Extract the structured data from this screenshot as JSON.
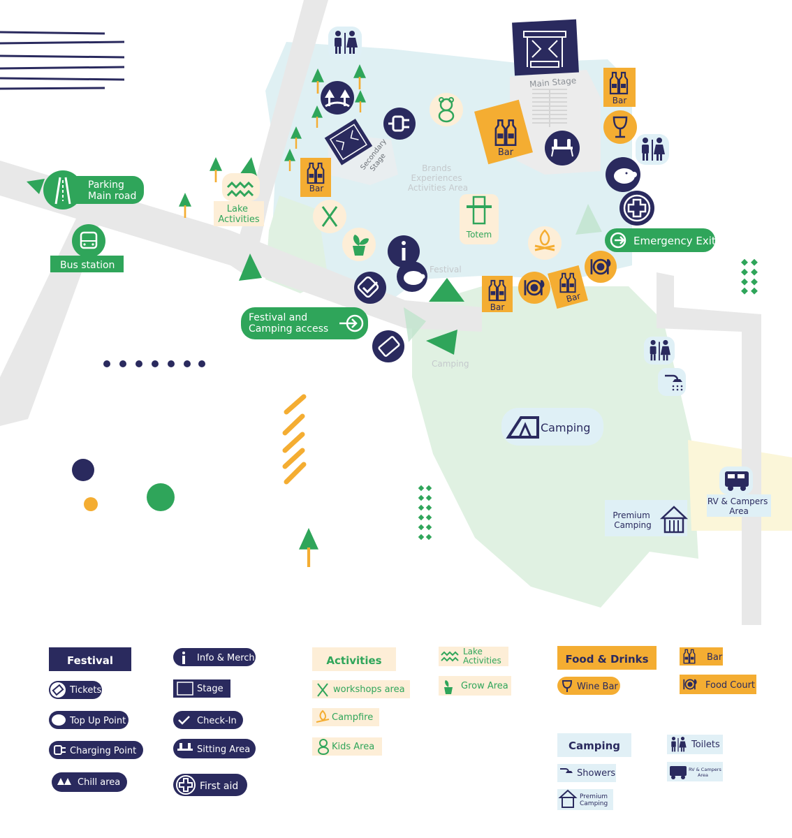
{
  "colors": {
    "navy": "#2a2a5e",
    "green": "#2fa55a",
    "orange": "#f4ad32",
    "lightblue": "#dff0f3",
    "lightgreen": "#e0f1e2",
    "lightyellow": "#fbf6d9",
    "road": "#e8e8e8",
    "cream": "#fdeed7",
    "legendblue": "#e1f0f6"
  },
  "map": {
    "parking": [
      "Parking",
      "Main road"
    ],
    "bus_station": "Bus station",
    "lake_activities": [
      "Lake",
      "Activities"
    ],
    "bar": "Bar",
    "secondary_stage": [
      "Secondary",
      "Stage"
    ],
    "brands_area": [
      "Brands",
      "Experiences",
      "Activities Area"
    ],
    "main_stage": "Main Stage",
    "totem": "Totem",
    "festival": "Festival",
    "camping_area": "Camping",
    "festival_access": [
      "Festival and",
      "Camping access"
    ],
    "emergency_exit": "Emergency Exit",
    "camping_badge": "Camping",
    "premium_camping": [
      "Premium",
      "Camping"
    ],
    "rv_area": [
      "RV & Campers",
      "Area"
    ]
  },
  "legend": {
    "festival": {
      "title": "Festival",
      "items": [
        {
          "icon": "ticket-icon",
          "label": "Tickets"
        },
        {
          "icon": "piggy-bank-icon",
          "label": "Top Up Point"
        },
        {
          "icon": "plug-icon",
          "label": "Charging Point"
        },
        {
          "icon": "trees-icon",
          "label": "Chill area"
        }
      ],
      "items2": [
        {
          "icon": "info-icon",
          "label": "Info & Merch"
        },
        {
          "icon": "stage-icon",
          "label": "Stage"
        },
        {
          "icon": "check-icon",
          "label": "Check-In"
        },
        {
          "icon": "bench-icon",
          "label": "Sitting Area"
        },
        {
          "icon": "first-aid-icon",
          "label": "First aid"
        }
      ]
    },
    "activities": {
      "title": "Activities",
      "items": [
        {
          "icon": "tools-icon",
          "label": "workshops area"
        },
        {
          "icon": "campfire-icon",
          "label": "Campfire"
        },
        {
          "icon": "teddy-bear-icon",
          "label": "Kids Area"
        }
      ],
      "items2": [
        {
          "icon": "waves-icon",
          "label": "Lake Activities"
        },
        {
          "icon": "plant-icon",
          "label": "Grow Area"
        }
      ]
    },
    "food": {
      "title": "Food & Drinks",
      "items": [
        {
          "icon": "wine-glass-icon",
          "label": "Wine Bar"
        }
      ],
      "items2": [
        {
          "icon": "beer-bottles-icon",
          "label": "Bar"
        },
        {
          "icon": "plate-icon",
          "label": "Food Court"
        }
      ]
    },
    "camping": {
      "title": "Camping",
      "items": [
        {
          "icon": "shower-icon",
          "label": "Showers"
        },
        {
          "icon": "cabin-icon",
          "label": "Premium Camping"
        }
      ],
      "items2": [
        {
          "icon": "toilets-icon",
          "label": "Toilets"
        },
        {
          "icon": "rv-icon",
          "label": "RV & Campers Area"
        }
      ]
    }
  }
}
